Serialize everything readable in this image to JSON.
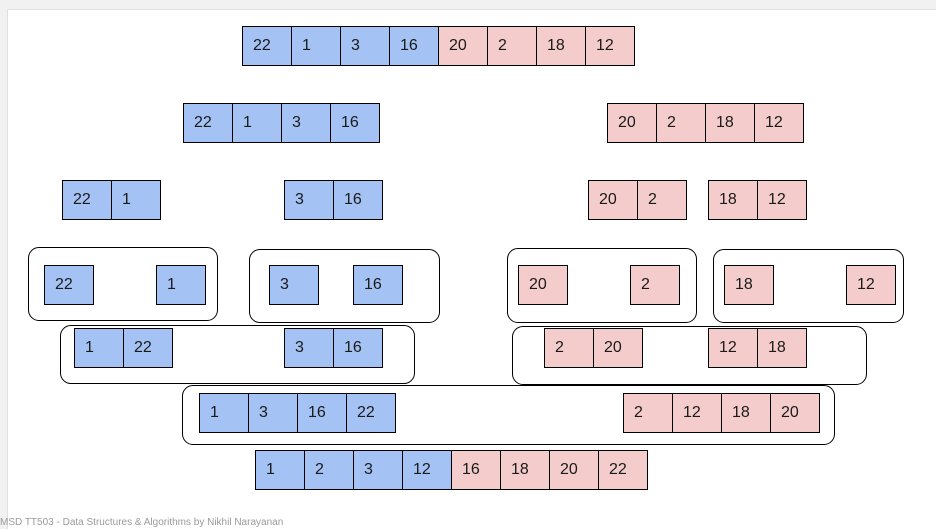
{
  "colors": {
    "left_half": "#a4c2f4",
    "right_half": "#f4cccc",
    "border": "#000000"
  },
  "rows": [
    {
      "arrays": [
        {
          "values": [
            "22",
            "1",
            "3",
            "16",
            "20",
            "2",
            "18",
            "12"
          ],
          "colors": [
            "blue",
            "blue",
            "blue",
            "blue",
            "pink",
            "pink",
            "pink",
            "pink"
          ]
        }
      ]
    },
    {
      "arrays": [
        {
          "values": [
            "22",
            "1",
            "3",
            "16"
          ],
          "colors": [
            "blue",
            "blue",
            "blue",
            "blue"
          ]
        },
        {
          "values": [
            "20",
            "2",
            "18",
            "12"
          ],
          "colors": [
            "pink",
            "pink",
            "pink",
            "pink"
          ]
        }
      ]
    },
    {
      "arrays": [
        {
          "values": [
            "22",
            "1"
          ],
          "colors": [
            "blue",
            "blue"
          ]
        },
        {
          "values": [
            "3",
            "16"
          ],
          "colors": [
            "blue",
            "blue"
          ]
        },
        {
          "values": [
            "20",
            "2"
          ],
          "colors": [
            "pink",
            "pink"
          ]
        },
        {
          "values": [
            "18",
            "12"
          ],
          "colors": [
            "pink",
            "pink"
          ]
        }
      ]
    },
    {
      "arrays": [
        {
          "values": [
            "22"
          ],
          "colors": [
            "blue"
          ]
        },
        {
          "values": [
            "1"
          ],
          "colors": [
            "blue"
          ]
        },
        {
          "values": [
            "3"
          ],
          "colors": [
            "blue"
          ]
        },
        {
          "values": [
            "16"
          ],
          "colors": [
            "blue"
          ]
        },
        {
          "values": [
            "20"
          ],
          "colors": [
            "pink"
          ]
        },
        {
          "values": [
            "2"
          ],
          "colors": [
            "pink"
          ]
        },
        {
          "values": [
            "18"
          ],
          "colors": [
            "pink"
          ]
        },
        {
          "values": [
            "12"
          ],
          "colors": [
            "pink"
          ]
        }
      ]
    },
    {
      "arrays": [
        {
          "values": [
            "1",
            "22"
          ],
          "colors": [
            "blue",
            "blue"
          ]
        },
        {
          "values": [
            "3",
            "16"
          ],
          "colors": [
            "blue",
            "blue"
          ]
        },
        {
          "values": [
            "2",
            "20"
          ],
          "colors": [
            "pink",
            "pink"
          ]
        },
        {
          "values": [
            "12",
            "18"
          ],
          "colors": [
            "pink",
            "pink"
          ]
        }
      ]
    },
    {
      "arrays": [
        {
          "values": [
            "1",
            "3",
            "16",
            "22"
          ],
          "colors": [
            "blue",
            "blue",
            "blue",
            "blue"
          ]
        },
        {
          "values": [
            "2",
            "12",
            "18",
            "20"
          ],
          "colors": [
            "pink",
            "pink",
            "pink",
            "pink"
          ]
        }
      ]
    },
    {
      "arrays": [
        {
          "values": [
            "1",
            "2",
            "3",
            "12",
            "16",
            "18",
            "20",
            "22"
          ],
          "colors": [
            "blue",
            "blue",
            "blue",
            "blue",
            "pink",
            "pink",
            "pink",
            "pink"
          ]
        }
      ]
    }
  ],
  "footer": "MSD TT503 - Data Structures & Algorithms by Nikhil Narayanan"
}
